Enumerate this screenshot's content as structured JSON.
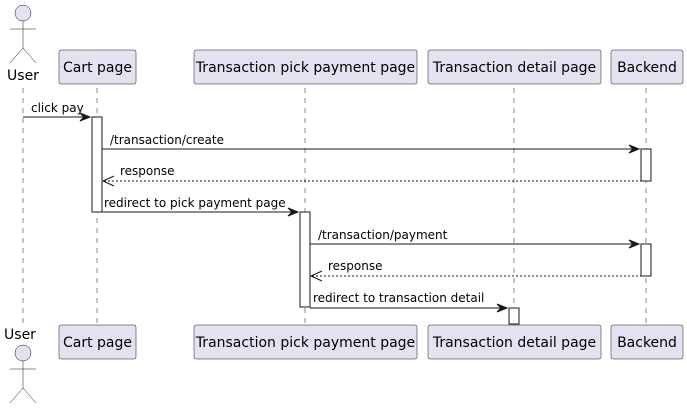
{
  "diagram": {
    "participants": [
      {
        "id": "user",
        "label": "User",
        "kind": "actor"
      },
      {
        "id": "cart",
        "label": "Cart page",
        "kind": "participant"
      },
      {
        "id": "pick",
        "label": "Transaction pick payment page",
        "kind": "participant"
      },
      {
        "id": "detail",
        "label": "Transaction detail page",
        "kind": "participant"
      },
      {
        "id": "backend",
        "label": "Backend",
        "kind": "participant"
      }
    ],
    "messages": [
      {
        "from": "user",
        "to": "cart",
        "label": "click pay",
        "style": "solid"
      },
      {
        "from": "cart",
        "to": "backend",
        "label": "/transaction/create",
        "style": "solid"
      },
      {
        "from": "backend",
        "to": "cart",
        "label": "response",
        "style": "dashed"
      },
      {
        "from": "cart",
        "to": "pick",
        "label": "redirect to pick payment page",
        "style": "solid"
      },
      {
        "from": "pick",
        "to": "backend",
        "label": "/transaction/payment",
        "style": "solid"
      },
      {
        "from": "backend",
        "to": "pick",
        "label": "response",
        "style": "dashed"
      },
      {
        "from": "pick",
        "to": "detail",
        "label": "redirect to transaction detail",
        "style": "solid"
      }
    ],
    "colors": {
      "participant_fill": "#E2E2F0",
      "stroke": "#181818",
      "background": "#FFFFFF"
    }
  }
}
